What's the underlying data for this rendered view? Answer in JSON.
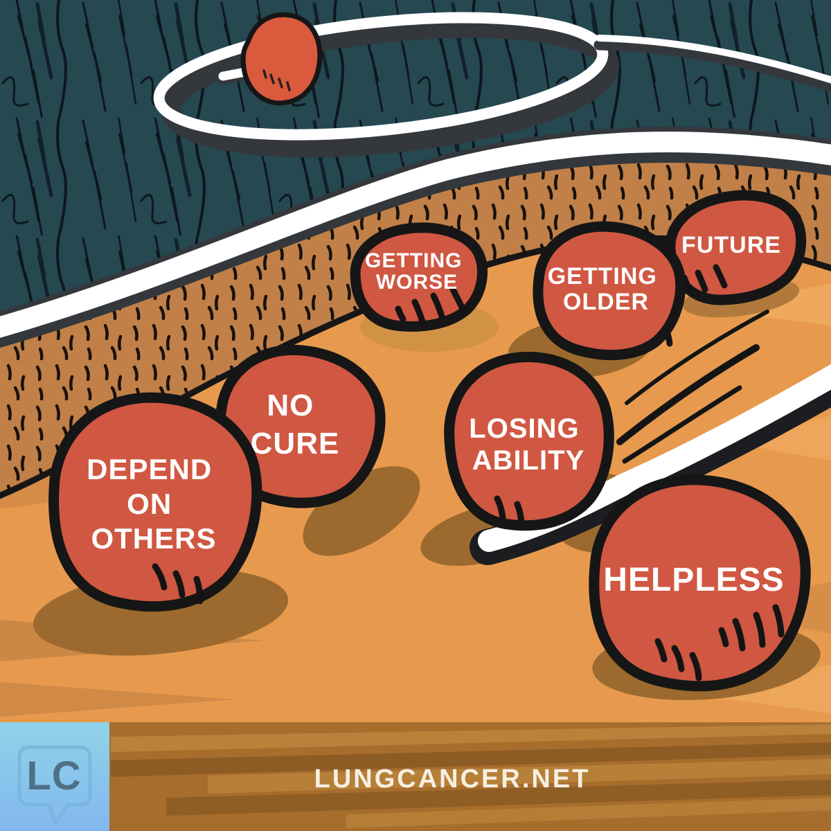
{
  "bubbles": {
    "getting_worse": {
      "lines": [
        "GETTING",
        "WORSE"
      ]
    },
    "getting_older": {
      "lines": [
        "GETTING",
        "OLDER"
      ]
    },
    "future": {
      "lines": [
        "FUTURE"
      ]
    },
    "no_cure": {
      "lines": [
        "NO",
        "CURE"
      ]
    },
    "depend_on_others": {
      "lines": [
        "DEPEND",
        "ON",
        "OTHERS"
      ]
    },
    "losing_ability": {
      "lines": [
        "LOSING",
        "ABILITY"
      ]
    },
    "helpless": {
      "lines": [
        "HELPLESS"
      ]
    }
  },
  "footer": {
    "logo": "LC",
    "website": "LUNGCANCER.NET"
  },
  "colors": {
    "sky_teal": "#254851",
    "bubble_red": "#d05742",
    "knot_red": "#da5a3e",
    "floor_orange": "#e79a4e",
    "rim_tan": "#c08048",
    "rope_white": "#ffffff",
    "rope_shadow": "#34383c",
    "shadow_brown": "#9c6a2e",
    "shadow_gold": "#d19245",
    "future_shadow": "#b2793c",
    "footer_brown": "#a76d2d",
    "logo_blue_top": "#90d3e9",
    "logo_blue_bottom": "#82b8ef",
    "logo_text": "#4e7086",
    "wordmark": "#f7efe2"
  }
}
